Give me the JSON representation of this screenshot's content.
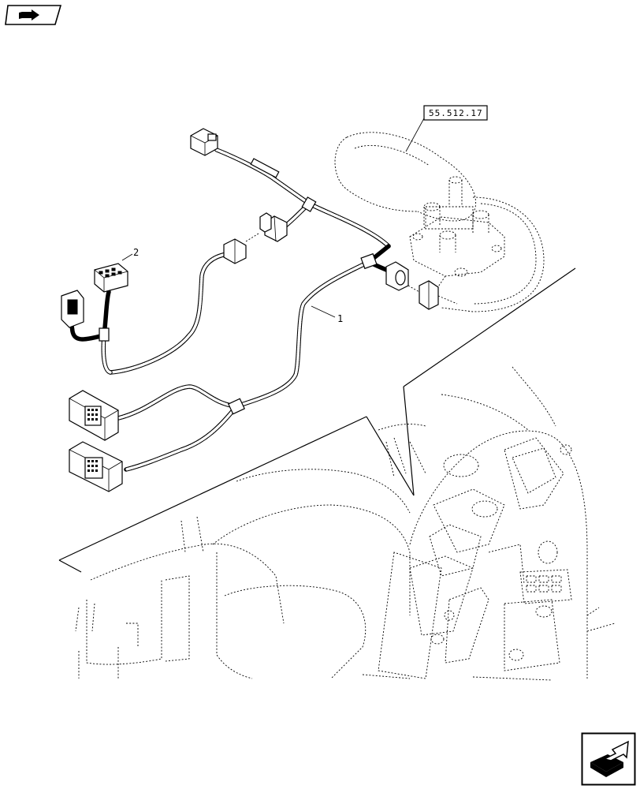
{
  "reference_box": {
    "text": "55.512.17"
  },
  "callouts": [
    {
      "id": "callout-1",
      "text": "1"
    },
    {
      "id": "callout-2",
      "text": "2"
    }
  ],
  "icons": {
    "top_left": "previous-page-arrow-icon",
    "bottom_right": "next-page-arrow-icon"
  }
}
